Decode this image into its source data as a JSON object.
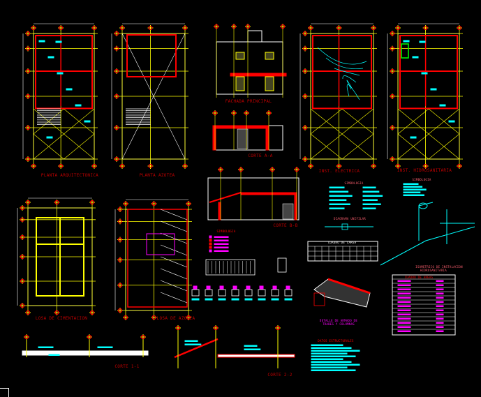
{
  "drawing": {
    "sheets": {
      "planta_arquitectonica": "PLANTA ARQUITECTONICA",
      "planta_azotea": "PLANTA AZOTEA",
      "fachada_principal": "FACHADA PRINCIPAL",
      "corte_aa": "CORTE A-A",
      "corte_bb": "CORTE B-B",
      "inst_electrica": "INST. ELECTRICA",
      "inst_hidrosanitaria": "INST. HIDROSANITARIA",
      "losa_cimentacion": "LOSA DE CIMENTACION",
      "losa_azotea": "LOSA DE AZOTEA",
      "corte_11": "CORTE 1-1",
      "corte_22": "CORTE 2-2"
    },
    "legends": {
      "simbologia_electrica": "SIMBOLOGIA",
      "diagrama_unifilar": "DIAGRAMA UNIFILAR",
      "cuadro_carga": "CUADRO DE CARGA",
      "simbologia_hidro": "SIMBOLOGIA",
      "isometrico": "ISOMETRICO DE INSTALACION",
      "isometrico_sub": "HIDROSANITARIA",
      "cuadro_areas": "CUADRO DE AREAS",
      "detalle_armado": "DETALLE DE ARMADO DE",
      "detalle_armado_sub": "TRABES Y COLUMNAS",
      "datos_estructurales": "DATOS ESTRUCTURALES",
      "simbologia_losa": "SIMBOLOGIA"
    },
    "colors": {
      "background": "#000000",
      "walls": "#ff0000",
      "axes": "#ffff00",
      "text": "#00ffff",
      "titles": "#c00000",
      "lines": "#ffffff",
      "accent": "#ff00ff"
    }
  }
}
